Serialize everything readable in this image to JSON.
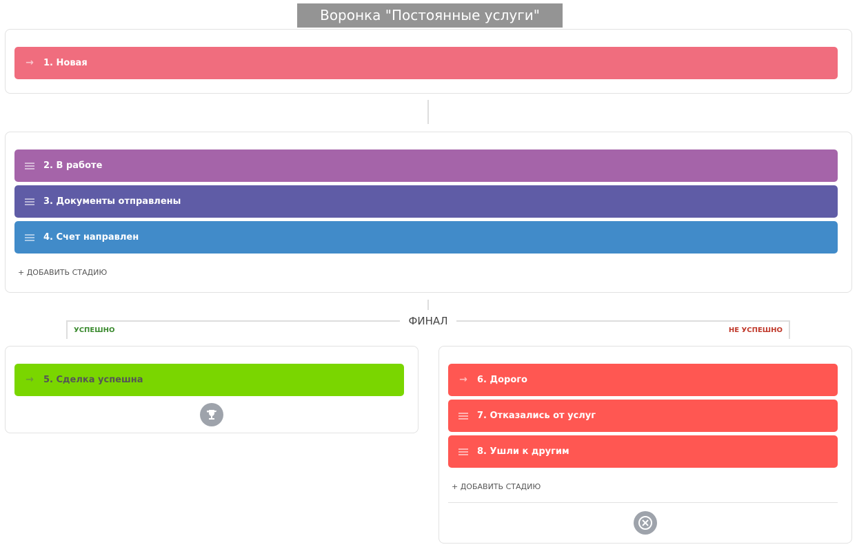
{
  "title": "Воронка \"Постоянные услуги\"",
  "start_stage": {
    "label": "1. Новая",
    "color": "#f06d7e"
  },
  "process_stages": [
    {
      "label": "2. В работе",
      "color": "#a564a9"
    },
    {
      "label": "3. Документы отправлены",
      "color": "#5f5ca6"
    },
    {
      "label": "4. Счет направлен",
      "color": "#418bc9"
    }
  ],
  "add_stage_label": "+ ДОБАВИТЬ СТАДИЮ",
  "final": {
    "label": "ФИНАЛ",
    "success_label": "УСПЕШНО",
    "fail_label": "НЕ УСПЕШНО"
  },
  "success_stages": [
    {
      "label": "5. Сделка успешна",
      "color": "#7ad600"
    }
  ],
  "fail_stages": [
    {
      "label": "6. Дорого",
      "color": "#ff5752"
    },
    {
      "label": "7. Отказались от услуг",
      "color": "#ff5752"
    },
    {
      "label": "8. Ушли к другим",
      "color": "#ff5752"
    }
  ]
}
